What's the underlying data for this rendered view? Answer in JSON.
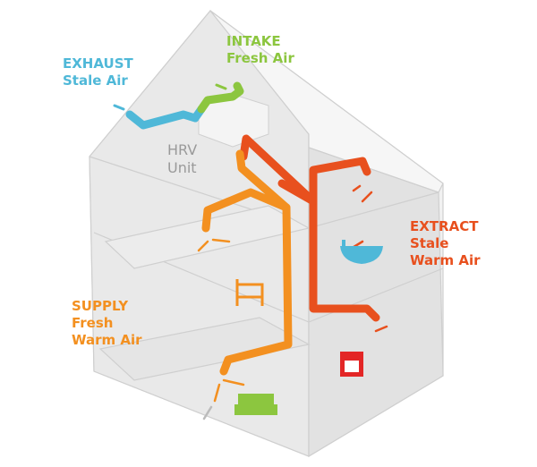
{
  "labels": {
    "exhaust": {
      "line1": "EXHAUST",
      "line2": "Stale Air"
    },
    "intake": {
      "line1": "INTAKE",
      "line2": "Fresh Air"
    },
    "hrv": {
      "line1": "HRV",
      "line2": "Unit"
    },
    "extract": {
      "line1": "EXTRACT",
      "line2": "Stale",
      "line3": "Warm Air"
    },
    "supply": {
      "line1": "SUPPLY",
      "line2": "Fresh",
      "line3": "Warm Air"
    }
  },
  "colors": {
    "exhaust": "#4fb8d8",
    "intake": "#8cc63f",
    "extract": "#e8501e",
    "supply": "#f39020",
    "hrv": "#9a9a9a"
  },
  "rooms": [
    "bed-icon",
    "bathtub-icon",
    "stove-icon",
    "sofa-icon"
  ]
}
